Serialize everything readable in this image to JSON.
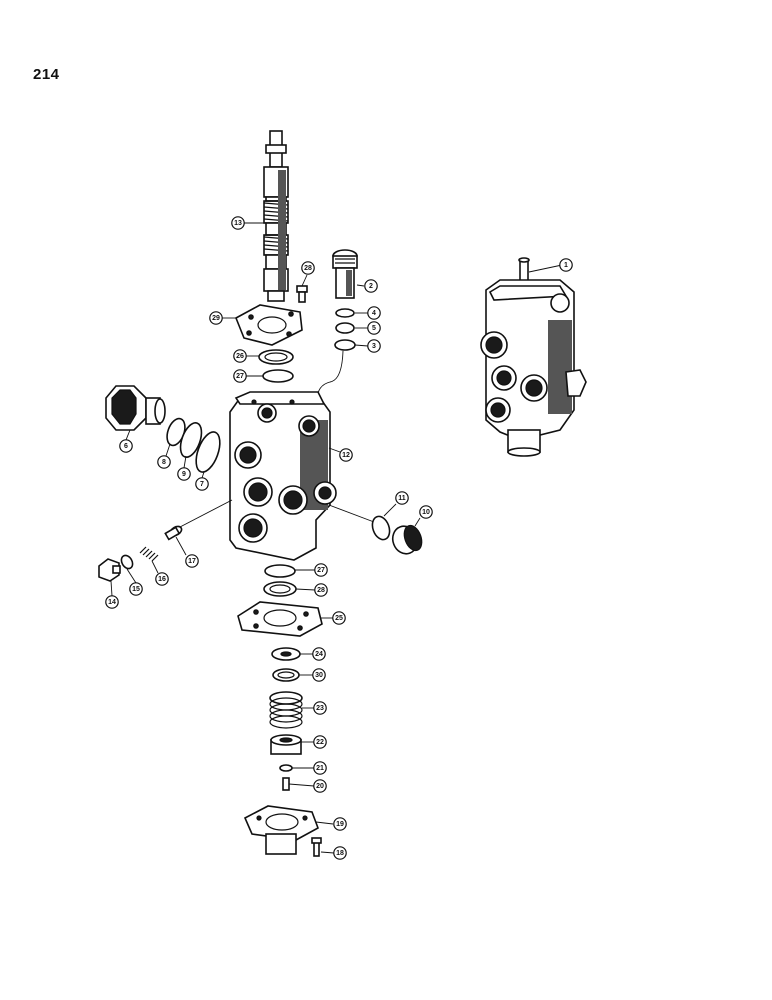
{
  "page": {
    "number": "214"
  },
  "callouts": [
    {
      "key": "1",
      "label": "1"
    },
    {
      "key": "2",
      "label": "2"
    },
    {
      "key": "3",
      "label": "3"
    },
    {
      "key": "4",
      "label": "4"
    },
    {
      "key": "5",
      "label": "5"
    },
    {
      "key": "6",
      "label": "6"
    },
    {
      "key": "7",
      "label": "7"
    },
    {
      "key": "8",
      "label": "8"
    },
    {
      "key": "9",
      "label": "9"
    },
    {
      "key": "10",
      "label": "10"
    },
    {
      "key": "11",
      "label": "11"
    },
    {
      "key": "12",
      "label": "12"
    },
    {
      "key": "13",
      "label": "13"
    },
    {
      "key": "14",
      "label": "14"
    },
    {
      "key": "15",
      "label": "15"
    },
    {
      "key": "16",
      "label": "16"
    },
    {
      "key": "17",
      "label": "17"
    },
    {
      "key": "18",
      "label": "18"
    },
    {
      "key": "19",
      "label": "19"
    },
    {
      "key": "20",
      "label": "20"
    },
    {
      "key": "21",
      "label": "21"
    },
    {
      "key": "22",
      "label": "22"
    },
    {
      "key": "23",
      "label": "23"
    },
    {
      "key": "24",
      "label": "24"
    },
    {
      "key": "25",
      "label": "25"
    },
    {
      "key": "26",
      "label": "26"
    },
    {
      "key": "27a",
      "label": "27"
    },
    {
      "key": "27b",
      "label": "27"
    },
    {
      "key": "28a",
      "label": "28"
    },
    {
      "key": "28b",
      "label": "28"
    },
    {
      "key": "29",
      "label": "29"
    },
    {
      "key": "30",
      "label": "30"
    }
  ]
}
